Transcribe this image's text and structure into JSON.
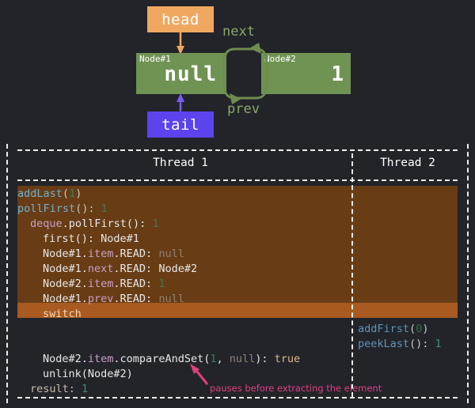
{
  "diagram": {
    "head_label": "head",
    "tail_label": "tail",
    "next_label": "next",
    "prev_label": "prev",
    "node1": {
      "tag": "Node#1",
      "value": "null"
    },
    "node2": {
      "tag": "Node#2",
      "value": "1"
    },
    "colors": {
      "head_box": "#f0a860",
      "tail_box": "#5b44ee",
      "node_box": "#6f9353",
      "link_label": "#8aa86a",
      "background": "#22242a"
    }
  },
  "trace": {
    "headers": {
      "thread1": "Thread 1",
      "thread2": "Thread 2"
    },
    "highlight_colors": {
      "block": "#683c14",
      "switch_line": "#a85a20"
    },
    "thread1_lines": [
      {
        "indent": 0,
        "tokens": [
          {
            "t": "addLast",
            "c": "t-fn"
          },
          {
            "t": "(",
            "c": "t-paren"
          },
          {
            "t": "1",
            "c": "t-num"
          },
          {
            "t": ")",
            "c": "t-paren"
          }
        ]
      },
      {
        "indent": 0,
        "tokens": [
          {
            "t": "pollFirst",
            "c": "t-fn"
          },
          {
            "t": "(): ",
            "c": "t-paren"
          },
          {
            "t": "1",
            "c": "t-num"
          }
        ]
      },
      {
        "indent": 1,
        "tokens": [
          {
            "t": "deque",
            "c": "t-field"
          },
          {
            "t": ".pollFirst(): ",
            "c": "t-plain"
          },
          {
            "t": "1",
            "c": "t-num"
          }
        ]
      },
      {
        "indent": 2,
        "tokens": [
          {
            "t": "first(): Node#1",
            "c": "t-plain"
          }
        ]
      },
      {
        "indent": 2,
        "tokens": [
          {
            "t": "Node#1.",
            "c": "t-plain"
          },
          {
            "t": "item",
            "c": "t-field"
          },
          {
            "t": ".READ: ",
            "c": "t-plain"
          },
          {
            "t": "null",
            "c": "t-null"
          }
        ]
      },
      {
        "indent": 2,
        "tokens": [
          {
            "t": "Node#1.",
            "c": "t-plain"
          },
          {
            "t": "next",
            "c": "t-field"
          },
          {
            "t": ".READ: Node#2",
            "c": "t-plain"
          }
        ]
      },
      {
        "indent": 2,
        "tokens": [
          {
            "t": "Node#2.",
            "c": "t-plain"
          },
          {
            "t": "item",
            "c": "t-field"
          },
          {
            "t": ".READ: ",
            "c": "t-plain"
          },
          {
            "t": "1",
            "c": "t-num"
          }
        ]
      },
      {
        "indent": 2,
        "tokens": [
          {
            "t": "Node#1.",
            "c": "t-plain"
          },
          {
            "t": "prev",
            "c": "t-field"
          },
          {
            "t": ".READ: ",
            "c": "t-plain"
          },
          {
            "t": "null",
            "c": "t-null"
          }
        ]
      },
      {
        "indent": 2,
        "tokens": [
          {
            "t": "switch",
            "c": "t-sw"
          }
        ]
      },
      {
        "indent": 0,
        "tokens": []
      },
      {
        "indent": 0,
        "tokens": []
      },
      {
        "indent": 2,
        "tokens": [
          {
            "t": "Node#2.",
            "c": "t-plain"
          },
          {
            "t": "item",
            "c": "t-field"
          },
          {
            "t": ".compareAndSet(",
            "c": "t-plain"
          },
          {
            "t": "1",
            "c": "t-num"
          },
          {
            "t": ", ",
            "c": "t-plain"
          },
          {
            "t": "null",
            "c": "t-null"
          },
          {
            "t": "): ",
            "c": "t-plain"
          },
          {
            "t": "true",
            "c": "t-true"
          }
        ]
      },
      {
        "indent": 2,
        "tokens": [
          {
            "t": "unlink(Node#2)",
            "c": "t-plain"
          }
        ]
      },
      {
        "indent": 1,
        "tokens": [
          {
            "t": "result: ",
            "c": "t-res"
          },
          {
            "t": "1",
            "c": "t-numteal"
          }
        ]
      }
    ],
    "thread2_lines": [
      {
        "row": 9,
        "tokens": [
          {
            "t": "addFirst",
            "c": "t-fn2"
          },
          {
            "t": "(",
            "c": "t-paren"
          },
          {
            "t": "0",
            "c": "t-num2"
          },
          {
            "t": ")",
            "c": "t-paren"
          }
        ]
      },
      {
        "row": 10,
        "tokens": [
          {
            "t": "peekLast",
            "c": "t-fn2"
          },
          {
            "t": "(): ",
            "c": "t-paren"
          },
          {
            "t": "1",
            "c": "t-numteal"
          }
        ]
      }
    ]
  },
  "annotation": {
    "text": "pauses before extracting the element",
    "color": "#e0407f"
  }
}
